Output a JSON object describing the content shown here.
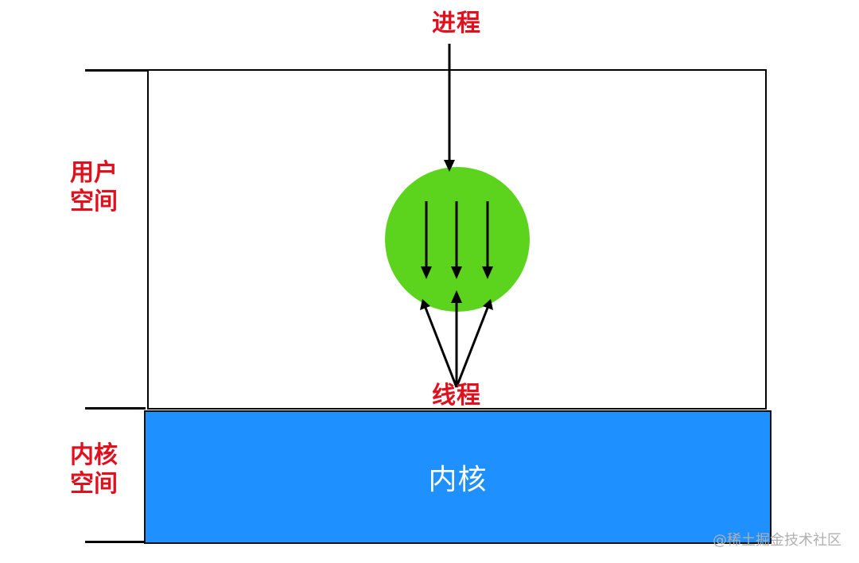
{
  "title": "进程",
  "labels": {
    "process": "进程",
    "thread": "线程",
    "user_space": [
      "用户",
      "空间"
    ],
    "kernel_space": [
      "内核",
      "空间"
    ],
    "kernel_box": "内核"
  },
  "watermark": "@稀土掘金技术社区",
  "colors": {
    "label_red": "#e0101e",
    "process_circle": "#5cd41e",
    "kernel_blue": "#1e90ff",
    "line": "#000000"
  }
}
